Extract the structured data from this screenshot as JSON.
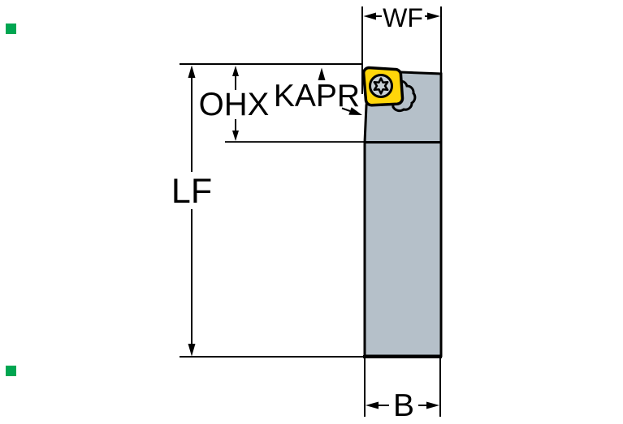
{
  "diagram": {
    "labels": {
      "wf": "WF",
      "ohx": "OHX",
      "kapr": "KAPR",
      "lf": "LF",
      "b": "B"
    },
    "colors": {
      "outline": "#000000",
      "tool_body": "#b5c0c9",
      "insert": "#ffd60a",
      "screw_face": "#c6ced4",
      "marker_green": "#00a651",
      "background": "#ffffff"
    }
  }
}
